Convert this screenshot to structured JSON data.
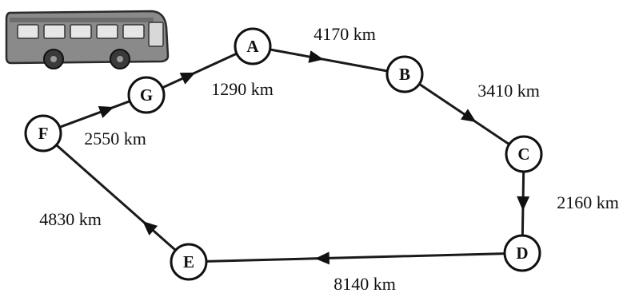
{
  "diagram": {
    "title": "",
    "icon": "bus-icon",
    "colors": {
      "ink": "#111111",
      "bus_body": "#8a8a8a",
      "bus_window": "#e6e6e6",
      "bus_wheel": "#3a3a3a"
    },
    "stops": [
      {
        "id": "A",
        "label": "A"
      },
      {
        "id": "B",
        "label": "B"
      },
      {
        "id": "C",
        "label": "C"
      },
      {
        "id": "D",
        "label": "D"
      },
      {
        "id": "E",
        "label": "E"
      },
      {
        "id": "F",
        "label": "F"
      },
      {
        "id": "G",
        "label": "G"
      }
    ],
    "routes": [
      {
        "from": "A",
        "to": "B",
        "distance": "4170 km"
      },
      {
        "from": "B",
        "to": "C",
        "distance": "3410 km"
      },
      {
        "from": "C",
        "to": "D",
        "distance": "2160 km"
      },
      {
        "from": "D",
        "to": "E",
        "distance": "8140 km"
      },
      {
        "from": "E",
        "to": "F",
        "distance": "4830 km"
      },
      {
        "from": "F",
        "to": "G",
        "distance": "2550 km"
      },
      {
        "from": "G",
        "to": "A",
        "distance": "1290 km"
      }
    ]
  }
}
